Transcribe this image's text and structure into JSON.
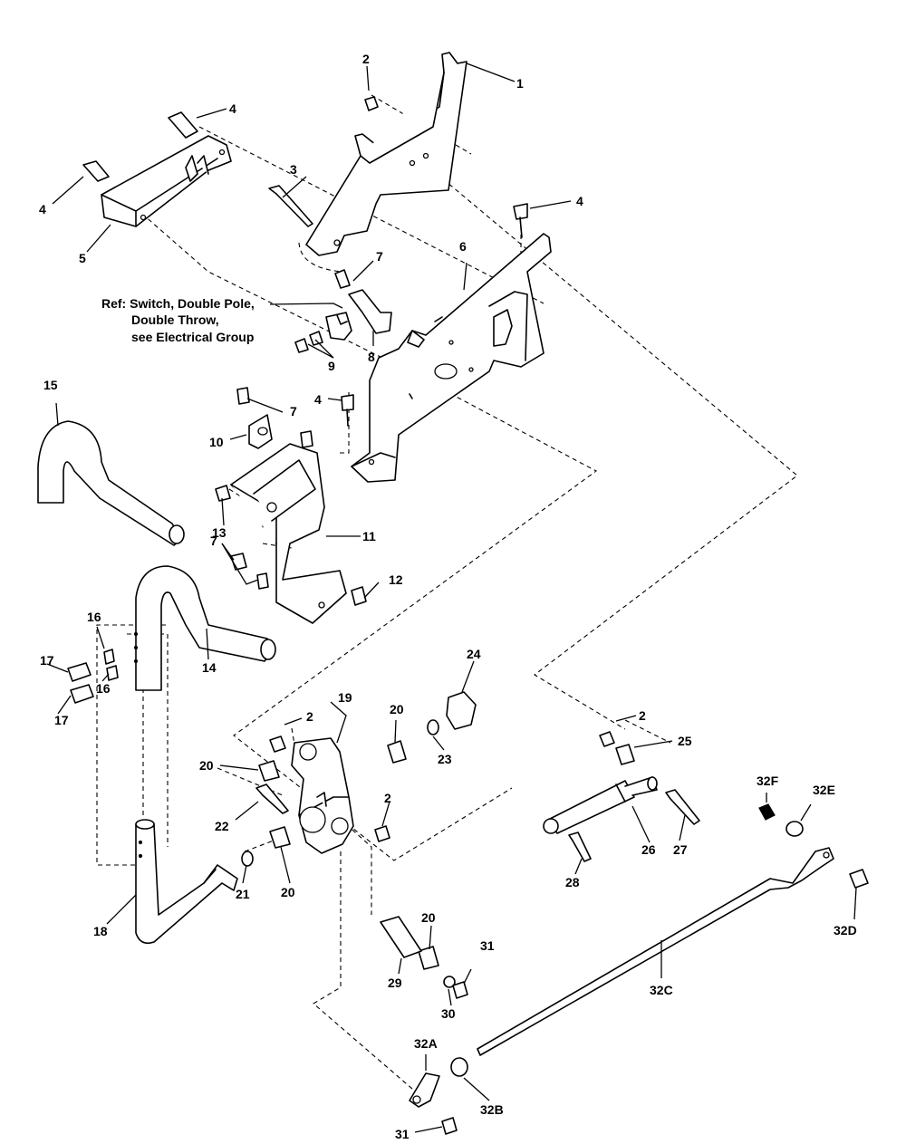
{
  "ref_note": {
    "line1": "Ref: Switch, Double Pole,",
    "line2": "Double Throw,",
    "line3": "see Electrical Group"
  },
  "callouts": {
    "c1": "1",
    "c2a": "2",
    "c2b": "2",
    "c2c": "2",
    "c2d": "2",
    "c3": "3",
    "c4a": "4",
    "c4b": "4",
    "c4c": "4",
    "c4d": "4",
    "c5": "5",
    "c6": "6",
    "c7a": "7",
    "c7b": "7",
    "c7c": "7",
    "c8": "8",
    "c9": "9",
    "c10": "10",
    "c11": "11",
    "c12": "12",
    "c13": "13",
    "c14": "14",
    "c15": "15",
    "c16a": "16",
    "c16b": "16",
    "c17a": "17",
    "c17b": "17",
    "c18": "18",
    "c19": "19",
    "c20a": "20",
    "c20b": "20",
    "c20c": "20",
    "c20d": "20",
    "c21": "21",
    "c22": "22",
    "c23": "23",
    "c24": "24",
    "c25": "25",
    "c26": "26",
    "c27": "27",
    "c28": "28",
    "c29": "29",
    "c30": "30",
    "c31a": "31",
    "c31b": "31",
    "c32a": "32A",
    "c32b": "32B",
    "c32c": "32C",
    "c32d": "32D",
    "c32e": "32E",
    "c32f": "32F"
  }
}
